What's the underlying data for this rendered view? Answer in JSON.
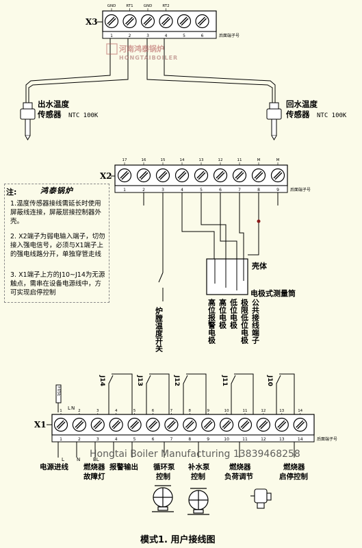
{
  "top": {
    "block_label": "X3",
    "term_labels": [
      "GND",
      "RT1",
      "GND",
      "RT2"
    ],
    "numbers": [
      "1",
      "2",
      "3",
      "4",
      "5",
      "6"
    ],
    "suffix": "后面端子号",
    "sensor_out": {
      "line1": "出水温度",
      "line2": "传感器",
      "ntc": "NTC 100K"
    },
    "sensor_return": {
      "line1": "回水温度",
      "line2": "传感器",
      "ntc": "NTC 100K"
    }
  },
  "watermark": {
    "cn": "河南鸿泰锅炉",
    "en": "HONGTAIBOILER"
  },
  "middle": {
    "block_label": "X2",
    "term_labels": [
      "17",
      "16",
      "15",
      "14",
      "13",
      "12",
      "11",
      "M",
      "M"
    ],
    "numbers": [
      "1",
      "2",
      "3",
      "4",
      "5",
      "6",
      "7",
      "8",
      "9"
    ],
    "suffix": "后面端子号",
    "shell": "壳体",
    "electrode": "电极式测量筒",
    "switch_label": "炉膛温度开关",
    "vlabels": [
      "高位报警电极",
      "高位电极",
      "低位电极",
      "极限低位电极",
      "公共接线端子"
    ]
  },
  "notes": {
    "title": "注:",
    "title2": "鸿泰锅炉",
    "items": [
      "1.温度传感器接线需延长时使用屏蔽线连接，屏蔽层接控制器外壳。",
      "2. X2端子为弱电输入端子，切勿接入强电信号，必须与X1端子上的强电线路分开，单独穿管走线",
      "3. X1端子上方的J10~J14为无源触点，需串在设备电源线中，方可实现启停控制"
    ]
  },
  "bottom": {
    "block_label": "X1",
    "fuse_label": "FUSE",
    "relays": [
      "J14",
      "J13",
      "J12",
      "J11",
      "J10"
    ],
    "term_labels": [
      "1",
      "2",
      "3",
      "4",
      "5",
      "6",
      "7",
      "8",
      "9",
      "10",
      "11",
      "12",
      "13",
      "14"
    ],
    "numbers": [
      "1",
      "2",
      "3",
      "4",
      "5",
      "6",
      "7",
      "8",
      "9",
      "10",
      "11",
      "12",
      "13",
      "14"
    ],
    "suffix": "后面端子号",
    "l_label": "L",
    "n_label": "N",
    "bl_label": "BL",
    "company": "Hongtai Boiler Manufacturing 13839468258",
    "labels": {
      "power": "电源进线",
      "burner_fault_1": "燃烧器",
      "burner_fault_2": "故障灯",
      "alarm": "报警输出",
      "circ_1": "循环泵",
      "circ_2": "控制",
      "makeup_1": "补水泵",
      "makeup_2": "控制",
      "load_1": "燃烧器",
      "load_2": "负荷调节",
      "start_1": "燃烧器",
      "start_2": "启停控制"
    },
    "caption": "模式1. 用户接线图"
  }
}
